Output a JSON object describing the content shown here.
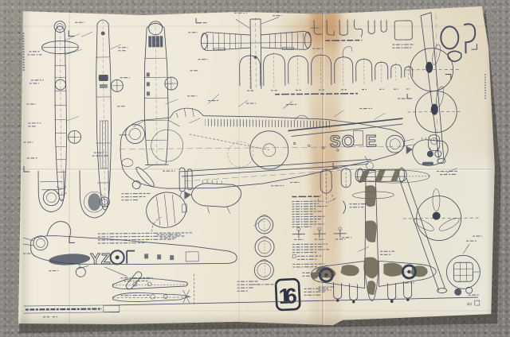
{
  "scene": {
    "surface": "grey carpet",
    "subject": "folded printed model aircraft plan sheet"
  },
  "colors": {
    "carpet": "#8b8882",
    "paper": "#eee9d9",
    "ink": "#4a5166",
    "crease_stain": "#ba783a",
    "camouflage": "#6c6654",
    "dark_marking": "#2e3444"
  },
  "plan": {
    "sheet_number": "16",
    "fuselage_code_left": "SO",
    "fuselage_code_right": "E",
    "side_code": "YZ",
    "corner_mark": "A3"
  }
}
